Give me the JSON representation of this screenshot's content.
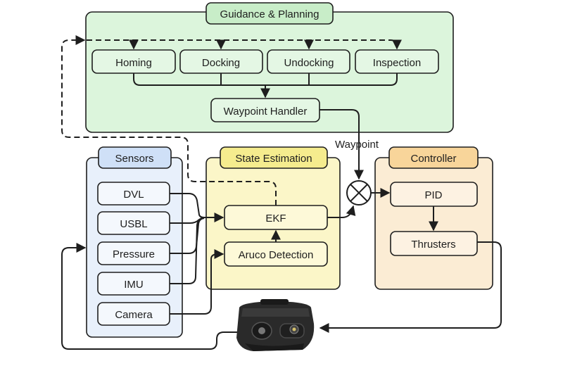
{
  "groups": {
    "guidance": {
      "title": "Guidance & Planning",
      "fill": "#dcf5dc",
      "tab": "#c8edc8"
    },
    "sensors": {
      "title": "Sensors",
      "fill": "#e8f0fb",
      "tab": "#cfe0f7"
    },
    "state": {
      "title": "State Estimation",
      "fill": "#fbf6c8",
      "tab": "#f5ec8e"
    },
    "controller": {
      "title": "Controller",
      "fill": "#fbecd4",
      "tab": "#f8d59a"
    }
  },
  "nodes": {
    "homing": "Homing",
    "docking": "Docking",
    "undocking": "Undocking",
    "inspection": "Inspection",
    "waypoint_handler": "Waypoint Handler",
    "dvl": "DVL",
    "usbl": "USBL",
    "pressure": "Pressure",
    "imu": "IMU",
    "camera": "Camera",
    "ekf": "EKF",
    "aruco": "Aruco Detection",
    "pid": "PID",
    "thrusters": "Thrusters"
  },
  "edge_labels": {
    "waypoint": "Waypoint"
  },
  "colors": {
    "stroke": "#1e1e1e",
    "node_green": "#e4f7e4",
    "node_blue": "#f4f8fd",
    "node_yellow": "#fdf9d8",
    "node_orange": "#fdf2e2",
    "vehicle": "#2a2a2a"
  },
  "icons": {
    "summing_junction": "circle-x-icon",
    "vehicle": "underwater-robot-icon"
  }
}
